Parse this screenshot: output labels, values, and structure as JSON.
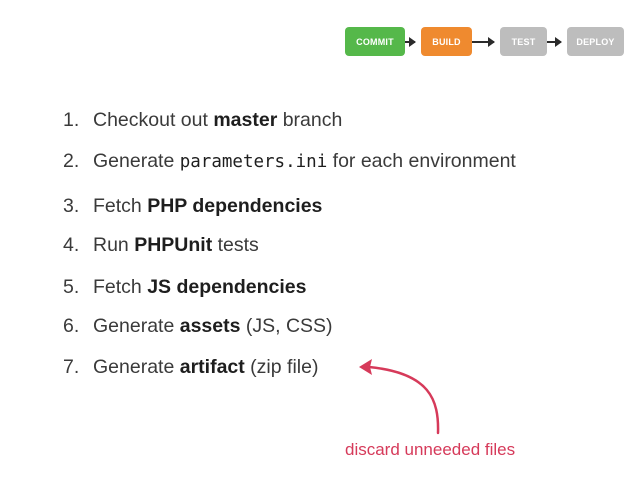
{
  "pipeline": {
    "stages": [
      {
        "label": "COMMIT",
        "bg": "#55b84a",
        "fg": "#ffffff"
      },
      {
        "label": "BUILD",
        "bg": "#ef8a2f",
        "fg": "#ffffff"
      },
      {
        "label": "TEST",
        "bg": "#bdbdbd",
        "fg": "#ffffff"
      },
      {
        "label": "DEPLOY",
        "bg": "#bdbdbd",
        "fg": "#ffffff"
      }
    ]
  },
  "steps": [
    {
      "num": "1.",
      "pre": "Checkout out ",
      "emph": "master",
      "post": " branch"
    },
    {
      "num": "2.",
      "pre": "Generate ",
      "code": "parameters.ini",
      "post": " for each environment"
    },
    {
      "num": "3.",
      "pre": "Fetch ",
      "emph": "PHP dependencies",
      "post": ""
    },
    {
      "num": "4.",
      "pre": "Run ",
      "emph": "PHPUnit",
      "post": " tests"
    },
    {
      "num": "5.",
      "pre": "Fetch ",
      "emph": "JS dependencies",
      "post": ""
    },
    {
      "num": "6.",
      "pre": "Generate ",
      "emph": "assets",
      "post": " (JS, CSS)"
    },
    {
      "num": "7.",
      "pre": "Generate ",
      "emph": "artifact",
      "post": " (zip file)"
    }
  ],
  "callout": {
    "text": "discard unneeded files",
    "color": "#d63a5a"
  }
}
